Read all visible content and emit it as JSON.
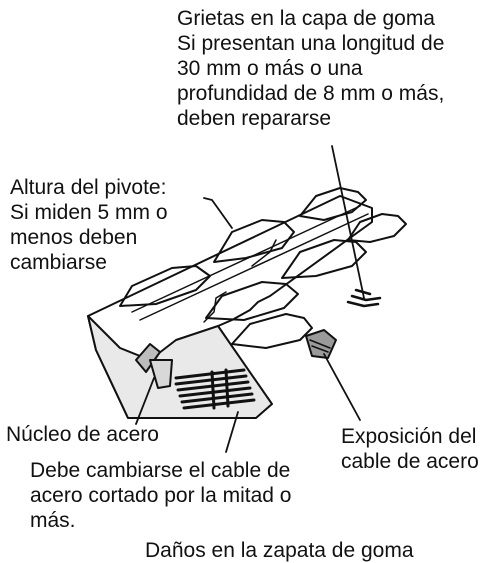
{
  "labels": {
    "rubber_cracks": "Grietas en la capa de goma\nSi presentan una longitud de\n30 mm o más o una\nprofundidad de 8 mm o más,\ndeben repararse",
    "pivot_height": "Altura del pivote:\nSi miden 5 mm o\nmenos deben\ncambiarse",
    "steel_core": "Núcleo de acero",
    "steel_cable_exposure": "Exposición del\ncable de acero",
    "cut_steel_cable": "Debe cambiarse el cable de\nacero cortado por la mitad o\nmás.",
    "caption": "Daños en la zapata de goma"
  }
}
